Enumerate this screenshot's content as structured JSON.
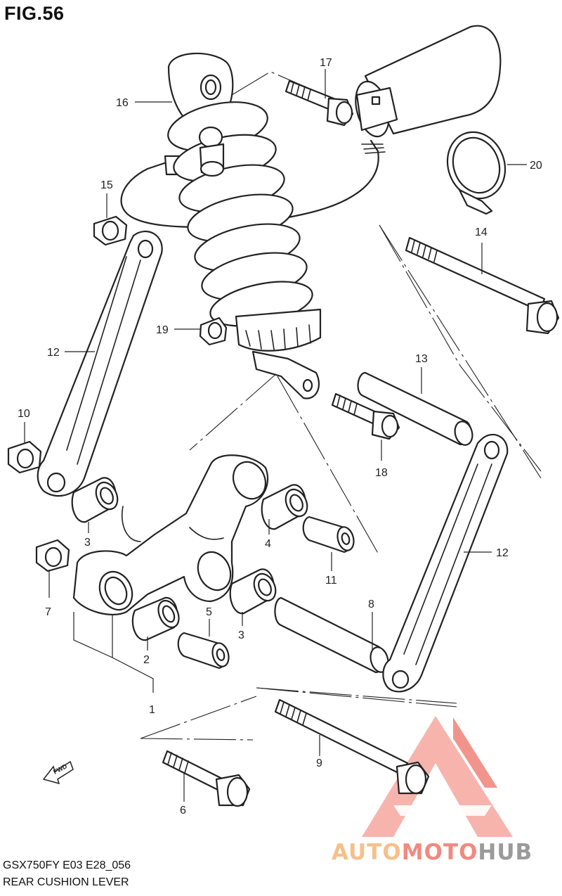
{
  "figure": {
    "title": "FIG.56"
  },
  "footer": {
    "model_code": "GSX750FY E03 E28_056",
    "section_name": "REAR CUSHION LEVER"
  },
  "orientation": {
    "arrow_label": "FWD"
  },
  "watermark": {
    "part1": "AUTO",
    "part2": "MOTO",
    "part3": "HUB",
    "color1": "#f5c08a",
    "color2": "#f08a80",
    "color3": "#9a9a9a"
  },
  "callouts": {
    "c1": "1",
    "c2": "2",
    "c3a": "3",
    "c3b": "3",
    "c4": "4",
    "c5": "5",
    "c6": "6",
    "c7": "7",
    "c8": "8",
    "c9": "9",
    "c10": "10",
    "c11": "11",
    "c12a": "12",
    "c12b": "12",
    "c13": "13",
    "c14": "14",
    "c15": "15",
    "c16": "16",
    "c17": "17",
    "c18": "18",
    "c19": "19",
    "c20": "20"
  }
}
